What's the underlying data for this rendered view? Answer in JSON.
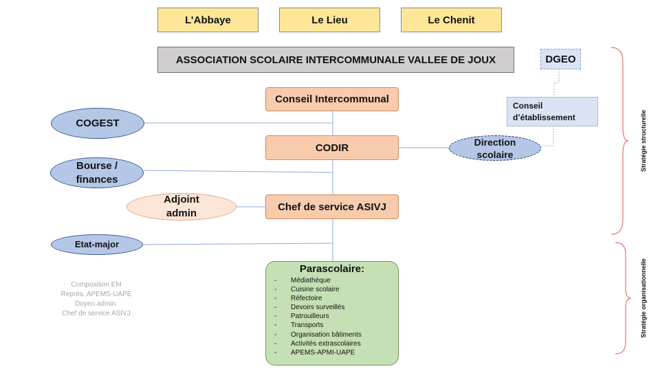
{
  "communes": [
    "L’Abbaye",
    "Le Lieu",
    "Le Chenit"
  ],
  "association": "ASSOCIATION SCOLAIRE INTERCOMMUNALE VALLEE DE JOUX",
  "dgeo": "DGEO",
  "conseil_etablissement": [
    "Conseil",
    "d’établissement"
  ],
  "conseil_intercommunal": "Conseil Intercommunal",
  "codir": "CODIR",
  "chef_service": "Chef de service ASIVJ",
  "direction_scolaire": [
    "Direction",
    "scolaire"
  ],
  "cogest": "COGEST",
  "bourse_finances": [
    "Bourse /",
    "finances"
  ],
  "adjoint_admin": [
    "Adjoint",
    "admin"
  ],
  "etat_major": "Etat-major",
  "parascolaire": {
    "title": "Parascolaire:",
    "items": [
      "Médiathèque",
      "Cuisine scolaire",
      "Réfectoire",
      "Devoirs surveillés",
      "Patrouilleurs",
      "Transports",
      "Organisation bâtiments",
      "Activités extrascolaires",
      "APEMS-APMI-UAPE"
    ],
    "bullet": "-"
  },
  "composition_em": [
    "Composition EM",
    "Représ. APEMS-UAPE",
    "Doyen admin.",
    "Chef de service ASIVJ"
  ],
  "strategie_structurelle": "Stratégie structurelle",
  "strategie_organisationnelle": "Stratégie organisationnelle",
  "colors": {
    "commune": "#fde697",
    "association": "#d0cece",
    "orange_box": "#f8cbad",
    "blue_ellipse": "#b4c7e7",
    "parascolaire": "#c5e0b4",
    "bracket": "#e8736f"
  }
}
